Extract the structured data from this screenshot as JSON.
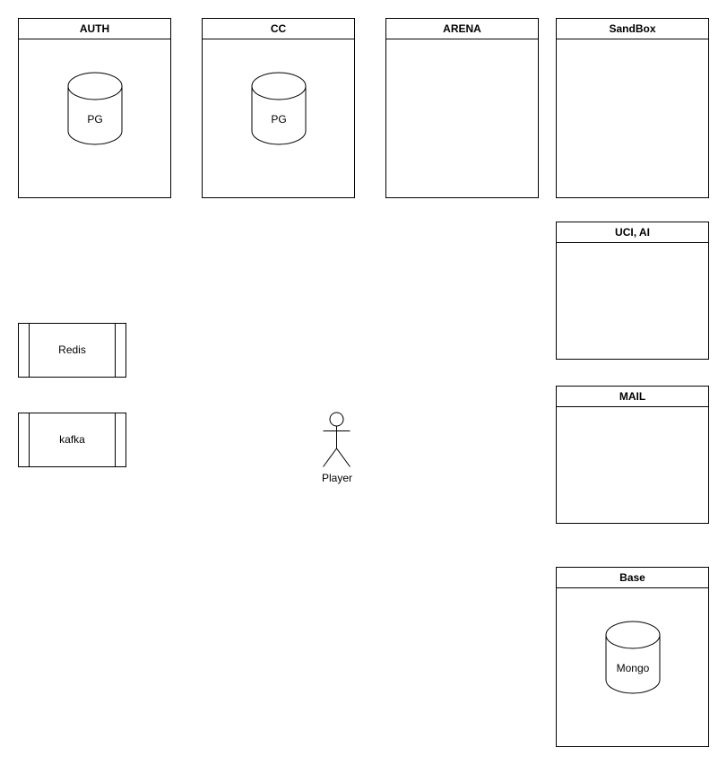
{
  "containers": {
    "auth": {
      "title": "AUTH"
    },
    "cc": {
      "title": "CC"
    },
    "arena": {
      "title": "ARENA"
    },
    "sandbox": {
      "title": "SandBox"
    },
    "uci_ai": {
      "title": "UCI, AI"
    },
    "mail": {
      "title": "MAIL"
    },
    "base": {
      "title": "Base"
    }
  },
  "databases": {
    "auth_db": {
      "label": "PG"
    },
    "cc_db": {
      "label": "PG"
    },
    "base_db": {
      "label": "Mongo"
    }
  },
  "queues": {
    "redis": {
      "label": "Redis"
    },
    "kafka": {
      "label": "kafka"
    }
  },
  "actor": {
    "label": "Player"
  }
}
